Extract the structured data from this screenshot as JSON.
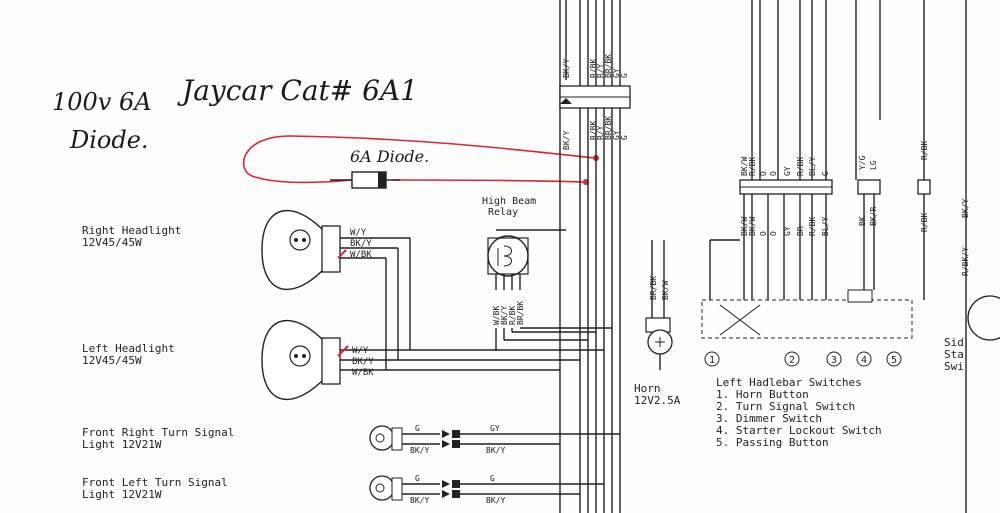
{
  "annotations": {
    "spec": "100v 6A",
    "diode": "Diode.",
    "catalog": "Jaycar Cat# 6A1",
    "added_diode_label": "6A Diode."
  },
  "components": {
    "right_headlight": {
      "name": "Right Headlight",
      "rating": "12V45/45W",
      "wires": [
        "W/Y",
        "BK/Y",
        "W/BK"
      ]
    },
    "left_headlight": {
      "name": "Left Headlight",
      "rating": "12V45/45W",
      "wires": [
        "W/Y",
        "BK/Y",
        "W/BK"
      ]
    },
    "high_beam_relay": {
      "name": "High Beam",
      "name2": "Relay",
      "wires": [
        "W/BK",
        "BK/Y",
        "R/BK",
        "BR/BK"
      ]
    },
    "front_right_turn": {
      "name": "Front Right Turn Signal",
      "rating": "Light 12V21W",
      "wires_left": [
        "G",
        "BK/Y"
      ],
      "wires_right": [
        "GY",
        "BK/Y"
      ]
    },
    "front_left_turn": {
      "name": "Front Left Turn Signal",
      "rating": "Light 12V21W",
      "wires_left": [
        "G",
        "BK/Y"
      ],
      "wires_right": [
        "G",
        "BK/Y"
      ]
    },
    "horn": {
      "name": "Horn",
      "rating": "12V2.5A",
      "wires": [
        "BR/BK",
        "BK/W"
      ]
    }
  },
  "connector_labels": {
    "top": [
      "BK/Y",
      "R/BK",
      "R/Y",
      "BR/BK",
      "GY",
      "G"
    ],
    "bottom": [
      "BK/Y",
      "R/BK",
      "R/Y",
      "BR/BK",
      "GY",
      "G"
    ],
    "handlebar_top": [
      "BK/W",
      "R/BK",
      "O",
      "O",
      "GY",
      "R/BK",
      "BL/Y",
      "G"
    ],
    "handlebar_bottom": [
      "BK/W",
      "BK/W",
      "O",
      "O",
      "GY",
      "BR",
      "R/BK",
      "BL/Y"
    ],
    "starter": [
      "Y/G",
      "LG"
    ],
    "starter_bottom": [
      "BK",
      "BK/R"
    ],
    "far_right": [
      "R/BK",
      "R/BK"
    ],
    "edge": [
      "BK/Y",
      "R/BK/Y"
    ]
  },
  "handlebar": {
    "title": "Left Hadlebar Switches",
    "items": [
      "1. Horn Button",
      "2. Turn Signal Switch",
      "3. Dimmer Switch",
      "4. Starter Lockout Switch",
      "5. Passing Button"
    ],
    "numbers": [
      "1",
      "2",
      "3",
      "4",
      "5"
    ]
  },
  "edge_text": [
    "Sid",
    "Sta",
    "Swi"
  ]
}
